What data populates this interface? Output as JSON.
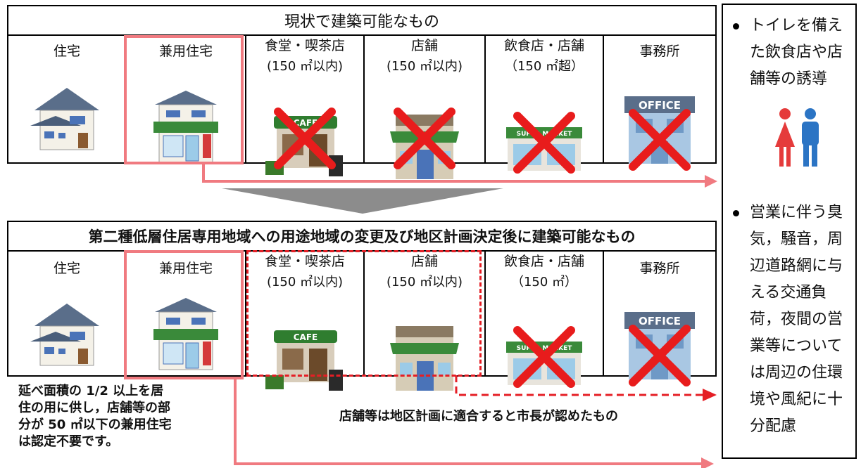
{
  "top_table": {
    "title": "現状で建築可能なもの",
    "cells": [
      {
        "label": "住宅",
        "sub": "",
        "icon": "house-icon",
        "crossed": false
      },
      {
        "label": "兼用住宅",
        "sub": "",
        "icon": "mixed-use-house-icon",
        "crossed": false
      },
      {
        "label": "食堂・喫茶店",
        "sub": "(150 ㎡以内)",
        "icon": "cafe-icon",
        "crossed": true
      },
      {
        "label": "店舗",
        "sub": "(150 ㎡以内)",
        "icon": "store-icon",
        "crossed": true
      },
      {
        "label": "飲食店・店舗",
        "sub": "（150 ㎡超）",
        "icon": "supermarket-icon",
        "crossed": true
      },
      {
        "label": "事務所",
        "sub": "",
        "icon": "office-icon",
        "crossed": true
      }
    ]
  },
  "bottom_table": {
    "title": "第二種低層住居専用地域への用途地域の変更及び地区計画決定後に建築可能なもの",
    "cells": [
      {
        "label": "住宅",
        "sub": "",
        "icon": "house-icon",
        "crossed": false
      },
      {
        "label": "兼用住宅",
        "sub": "",
        "icon": "mixed-use-house-icon",
        "crossed": false
      },
      {
        "label": "食堂・喫茶店",
        "sub": "(150 ㎡以内)",
        "icon": "cafe-icon",
        "crossed": false
      },
      {
        "label": "店舗",
        "sub": "(150 ㎡以内)",
        "icon": "store-icon",
        "crossed": false
      },
      {
        "label": "飲食店・店舗",
        "sub": "（150 ㎡）",
        "icon": "supermarket-icon",
        "crossed": true
      },
      {
        "label": "事務所",
        "sub": "",
        "icon": "office-icon",
        "crossed": true
      }
    ]
  },
  "notes": {
    "mixed_use": [
      "延べ面積の 1/2 以上を居",
      "住の用に供し，店舗等の部",
      "分が 50 ㎡以下の兼用住宅",
      "は認定不要です。"
    ],
    "shops": "店舗等は地区計画に適合すると市長が認めたもの"
  },
  "side_panel": {
    "item1": [
      "トイレを備え",
      "た飲食店や店",
      "舗等の誘導"
    ],
    "item2": [
      "営業に伴う臭",
      "気，騒音，周",
      "辺道路網に与",
      "える交通負",
      "荷，夜間の営",
      "業等について",
      "は周辺の住環",
      "境や風紀に十",
      "分配慮"
    ],
    "toilet_icon": "restroom-icon"
  },
  "icon_text": {
    "cafe": "CAFE",
    "office": "OFFICE",
    "super": "SUPER MARKET"
  },
  "colors": {
    "highlight_pink": "#f07a80",
    "cross_red": "#e81c1c",
    "dashed_red": "#e51e25",
    "arrow_gray": "#8c8c8c",
    "awning_green": "#3a8a3a"
  }
}
